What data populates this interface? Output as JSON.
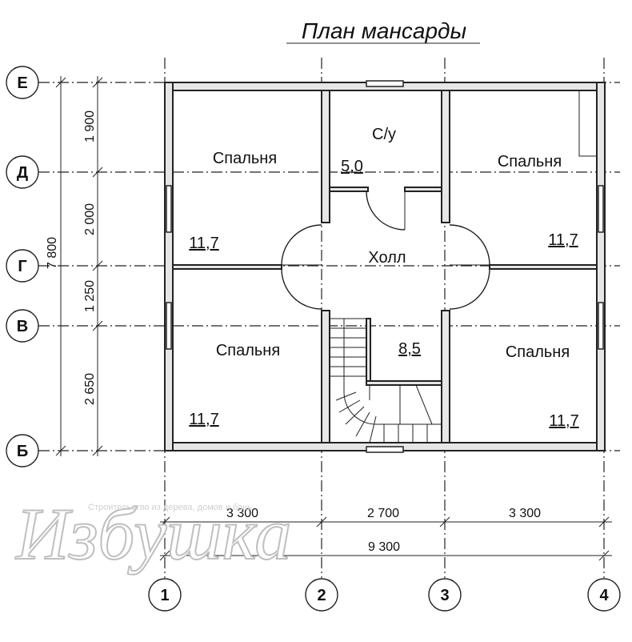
{
  "title": "План мансарды",
  "rooms": [
    {
      "id": "bedroom-tl",
      "name": "Спальня",
      "area": "11,7"
    },
    {
      "id": "bathroom",
      "name": "С/у",
      "area": "5,0"
    },
    {
      "id": "bedroom-tr",
      "name": "Спальня",
      "area": "11,7"
    },
    {
      "id": "hall",
      "name": "Холл",
      "area": "8,5"
    },
    {
      "id": "bedroom-bl",
      "name": "Спальня",
      "area": "11,7"
    },
    {
      "id": "bedroom-br",
      "name": "Спальня",
      "area": "11,7"
    }
  ],
  "axes_vertical": [
    "1",
    "2",
    "3",
    "4"
  ],
  "axes_horizontal": [
    "Е",
    "Д",
    "Г",
    "В",
    "Б"
  ],
  "dimensions_bottom": [
    "3 300",
    "2 700",
    "3 300"
  ],
  "dimension_total_bottom": "9 300",
  "dimensions_left": [
    "1 900",
    "2 000",
    "1 250",
    "2 650"
  ],
  "dimension_total_left": "7 800",
  "watermark": {
    "text": "Избушка",
    "subtext": "Строительство из дерева, домов и бань"
  }
}
